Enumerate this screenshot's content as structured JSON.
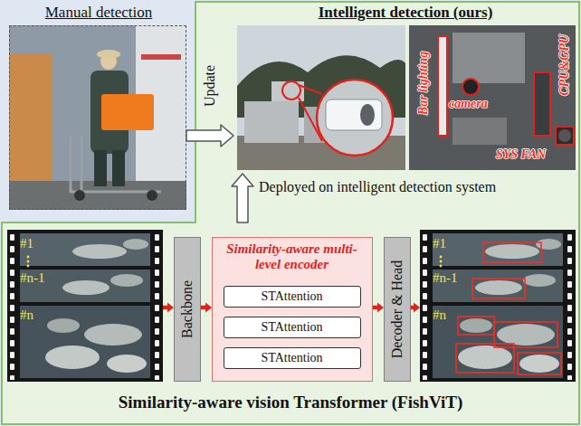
{
  "diagram": {
    "nodes": [
      {
        "text": [
          "Manual detection"
        ]
      },
      {
        "text": [
          "Intelligent detection (ours)"
        ]
      },
      {
        "text": [
          "Similarity-aware vision Transformer (FishViT)"
        ]
      },
      {
        "text": [
          "#1",
          "#n-1",
          "#n"
        ],
        "in": 2
      },
      {
        "text": [
          "Backbone"
        ],
        "in": 2
      },
      {
        "text": [
          "Similarity-aware multi-level encoder"
        ],
        "in": 2
      },
      {
        "text": [
          "STAttention"
        ],
        "in": 5
      },
      {
        "text": [
          "STAttention"
        ],
        "in": 5
      },
      {
        "text": [
          "STAttention"
        ],
        "in": 5
      },
      {
        "text": [
          "Decoder & Head"
        ],
        "in": 2
      },
      {
        "text": [
          "#1",
          "#n-1",
          "#n"
        ],
        "in": 2
      }
    ],
    "edges": [
      {
        "from": 0,
        "to": 1,
        "arrow": "to",
        "label": "Update"
      },
      {
        "from": 2,
        "to": 1,
        "arrow": "to",
        "label": "Deployed on intelligent detection system"
      },
      {
        "from": 3,
        "to": 4,
        "arrow": "to"
      },
      {
        "from": 4,
        "to": 5,
        "arrow": "to"
      },
      {
        "from": 5,
        "to": 9,
        "arrow": "to"
      },
      {
        "from": 9,
        "to": 10,
        "arrow": "to"
      }
    ],
    "labels": [
      "Bar lighting",
      "camera",
      "CPU&GPU",
      "SYS FAN"
    ]
  }
}
